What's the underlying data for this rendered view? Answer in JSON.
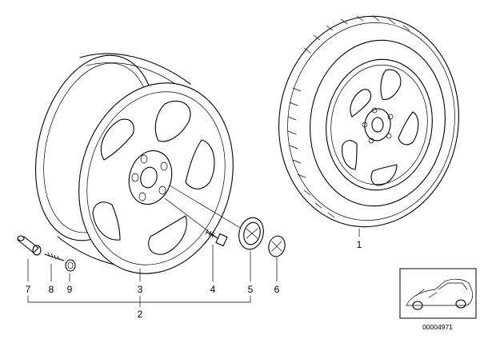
{
  "callouts": {
    "c1": "1",
    "c2": "2",
    "c3": "3",
    "c4": "4",
    "c5": "5",
    "c6": "6",
    "c7": "7",
    "c8": "8",
    "c9": "9"
  },
  "catalog_number": "00004971",
  "colors": {
    "line": "#000000",
    "background": "#ffffff"
  }
}
